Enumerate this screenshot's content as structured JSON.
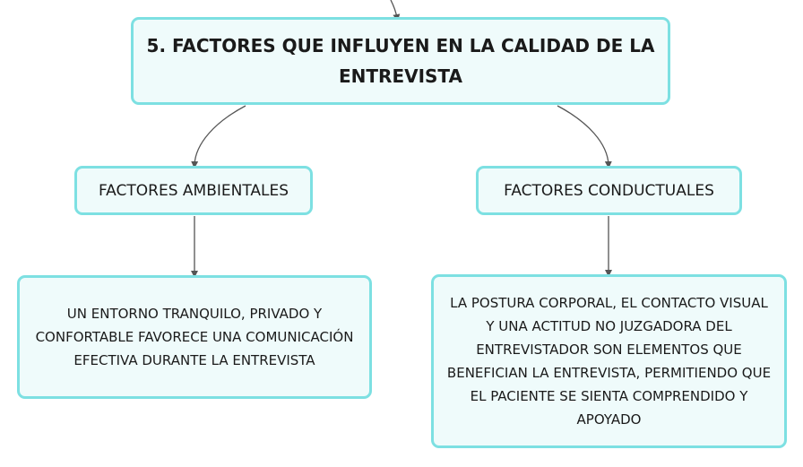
{
  "root": {
    "title": "5. FACTORES QUE INFLUYEN EN LA CALIDAD DE LA ENTREVISTA"
  },
  "branches": [
    {
      "title": "FACTORES AMBIENTALES",
      "detail": "UN ENTORNO TRANQUILO, PRIVADO Y CONFORTABLE FAVORECE UNA COMUNICACIÓN EFECTIVA DURANTE LA ENTREVISTA"
    },
    {
      "title": "FACTORES CONDUCTUALES",
      "detail": "LA POSTURA CORPORAL, EL CONTACTO VISUAL Y UNA ACTITUD NO JUZGADORA DEL ENTREVISTADOR SON ELEMENTOS QUE BENEFICIAN LA ENTREVISTA, PERMITIENDO QUE EL PACIENTE SE SIENTA COMPRENDIDO Y APOYADO"
    }
  ],
  "colors": {
    "node_border": "#7de0e2",
    "node_fill": "#effbfb",
    "connector": "#555555"
  }
}
